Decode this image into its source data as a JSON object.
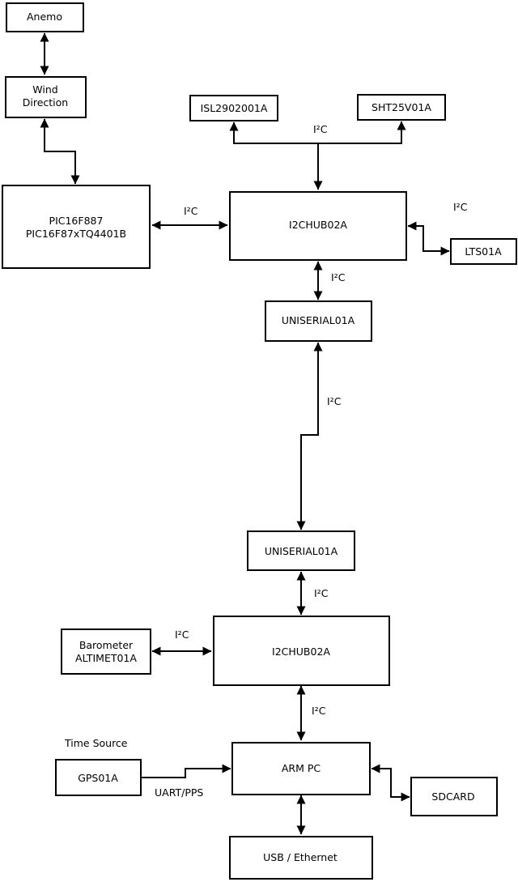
{
  "colors": {
    "background": "#ffffff",
    "line": "#000000",
    "box_fill": "#ffffff"
  },
  "nodes": {
    "anemo": "Anemo",
    "wind_direction_line1": "Wind",
    "wind_direction_line2": "Direction",
    "pic_line1": "PIC16F887",
    "pic_line2": "PIC16F87xTQ4401B",
    "isl": "ISL2902001A",
    "sht": "SHT25V01A",
    "i2c_hub_upper": "I2CHUB02A",
    "lts": "LTS01A",
    "uniserial_upper": "UNISERIAL01A",
    "uniserial_lower": "UNISERIAL01A",
    "i2c_hub_lower": "I2CHUB02A",
    "barometer_line1": "Barometer",
    "barometer_line2": "ALTIMET01A",
    "gps": "GPS01A",
    "arm_pc": "ARM PC",
    "sdcard": "SDCARD",
    "usb_ethernet": "USB / Ethernet"
  },
  "edge_labels": {
    "i2c": "I²C",
    "uart_pps": "UART/PPS",
    "time_source": "Time Source"
  }
}
